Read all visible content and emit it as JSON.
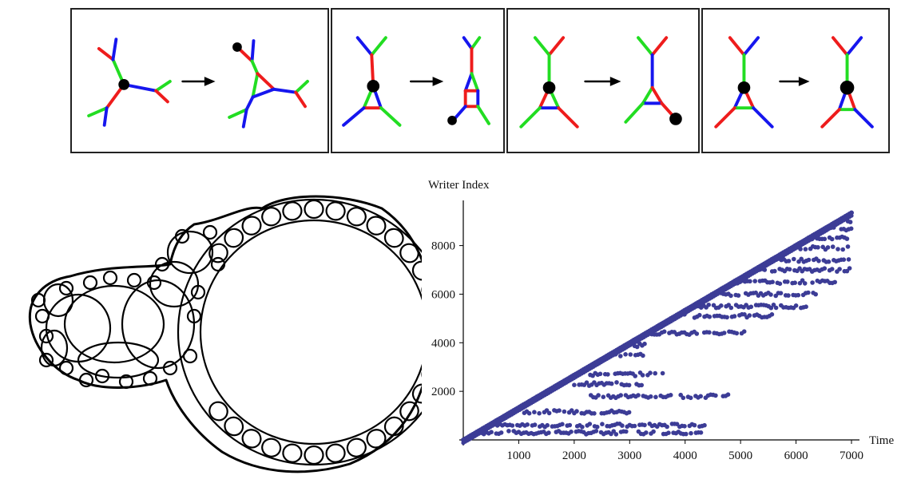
{
  "colors": {
    "red": "#ee1c1c",
    "green": "#22dd22",
    "blue": "#1616ee",
    "node": "#000000",
    "arrow": "#000000",
    "points": "#3c3c96",
    "axis": "#000000"
  },
  "rules": [
    {
      "name": "rule-1"
    },
    {
      "name": "rule-2"
    },
    {
      "name": "rule-3"
    },
    {
      "name": "rule-4"
    }
  ],
  "chart_data": {
    "type": "scatter",
    "ylabel": "Writer Index",
    "xlabel": "Time",
    "xlim": [
      0,
      7000
    ],
    "ylim": [
      0,
      9400
    ],
    "xticks": [
      "1000",
      "2000",
      "3000",
      "4000",
      "5000",
      "6000",
      "7000"
    ],
    "yticks": [
      "2000",
      "4000",
      "6000",
      "8000"
    ],
    "point_color": "#3c3c96",
    "envelope": {
      "description_free": true,
      "max_writer_at_time": [
        [
          0,
          0
        ],
        [
          7000,
          9350
        ]
      ]
    },
    "bands": [
      {
        "y": 300,
        "x": [
          100,
          4300
        ]
      },
      {
        "y": 600,
        "x": [
          300,
          4350
        ]
      },
      {
        "y": 1150,
        "x": [
          1100,
          3000
        ]
      },
      {
        "y": 1800,
        "x": [
          2300,
          4800
        ]
      },
      {
        "y": 2300,
        "x": [
          2000,
          3300
        ]
      },
      {
        "y": 2700,
        "x": [
          2200,
          3600
        ]
      },
      {
        "y": 3500,
        "x": [
          2700,
          3300
        ]
      },
      {
        "y": 3900,
        "x": [
          3000,
          3300
        ]
      },
      {
        "y": 4400,
        "x": [
          3400,
          5100
        ]
      },
      {
        "y": 5100,
        "x": [
          3900,
          5600
        ]
      },
      {
        "y": 5500,
        "x": [
          4200,
          6200
        ]
      },
      {
        "y": 6000,
        "x": [
          4600,
          6400
        ]
      },
      {
        "y": 6500,
        "x": [
          4900,
          6700
        ]
      },
      {
        "y": 7000,
        "x": [
          5300,
          7000
        ]
      },
      {
        "y": 7400,
        "x": [
          5600,
          7000
        ]
      },
      {
        "y": 7900,
        "x": [
          5900,
          7000
        ]
      },
      {
        "y": 8300,
        "x": [
          6200,
          7000
        ]
      },
      {
        "y": 8700,
        "x": [
          6500,
          7000
        ]
      },
      {
        "y": 9000,
        "x": [
          6800,
          7000
        ]
      }
    ]
  }
}
